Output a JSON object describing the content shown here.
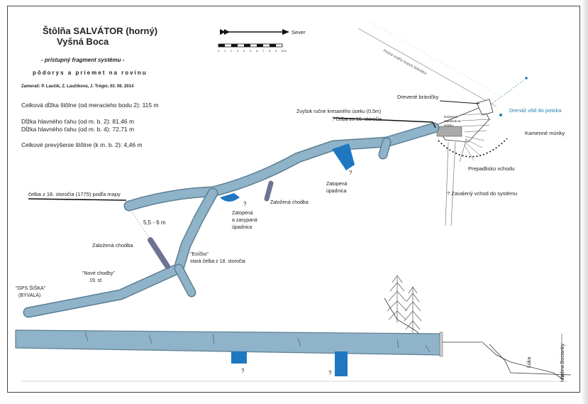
{
  "title": "Štôlňa SALVÁTOR (horný)",
  "subtitle": "Vyšná Boca",
  "description_1": "- prístupný fragment systému -",
  "description_2": "pôdorys a priemet na rovinu",
  "surveyed_by": "Zamerali:  P. Laučík, Z. Laučíková, J. Tréger,  03. 06. 2014",
  "stats": {
    "total_length": "Celková dĺžka štôlne (od meracieho bodu 2): 115 m",
    "main_length_b2": "Dĺžka hlavného ťahu (od m. b. 2):  81,46 m",
    "main_length_b4": "Dĺžka hlavného ťahu (od m. b. 4):  72,71 m",
    "elevation": "Celkové prevýšenie štôlne (k m. b. 2): 4,46 m"
  },
  "north_arrow_label": "Sever",
  "scale_ticks": [
    "0",
    "1",
    "2",
    "3",
    "4",
    "5",
    "6",
    "7",
    "8",
    "9",
    "10m"
  ],
  "labels": {
    "wooden_gate": "Drevené bráničky",
    "drainage": "Drenáž vôd do potoka",
    "hand_cut": "Zvyšok ručne kresaného úseku (0,5m)",
    "face_16c": "? čelba zo 16. storočia",
    "stabilization_1": "Dočasná",
    "stabilization_2": "stabilizácia",
    "stabilization_3": "svahu",
    "stone_walls": "Kamenné múriky",
    "slope_edge": "Hrana svahu kopca Salvátor",
    "entrance_forecourt": "Prepadlisko vchodu",
    "collapsed_entrance": "?  Zavalený vchod do systému",
    "flooded_shaft_1": "Zatopená",
    "flooded_shaft_2": "úpadnica",
    "backfilled_corridor_right": "Založená chodba",
    "flooded_filled_1": "Zatopená",
    "flooded_filled_2": "a zasypaná",
    "flooded_filled_3": "úpadnica",
    "face_18c_map": "čelba z 18. storočia (1775) podľa mapy",
    "width_dim": "5,5 - 6 m",
    "backfilled_corridor_left": "Založená chodba",
    "esicko": "\"Esíčko\"",
    "old_face_18c": "stará čelba z 18. storočia",
    "new_corridors": "\"Nové chodby\"",
    "new_corridors_century": "19. st.",
    "gps_1": "\"GPS ŠIŠKA\"",
    "gps_2": "(BÝVALÁ)",
    "meadow": "Lúka",
    "bocianka_level": "Hladina Bocianky",
    "question": "?"
  },
  "colors": {
    "tunnel_fill": "#8fb3c8",
    "tunnel_stroke": "#5d7f93",
    "shaft_blue": "#1f77c2",
    "backfill": "#6d7391",
    "accent_text": "#1f7fa8"
  }
}
